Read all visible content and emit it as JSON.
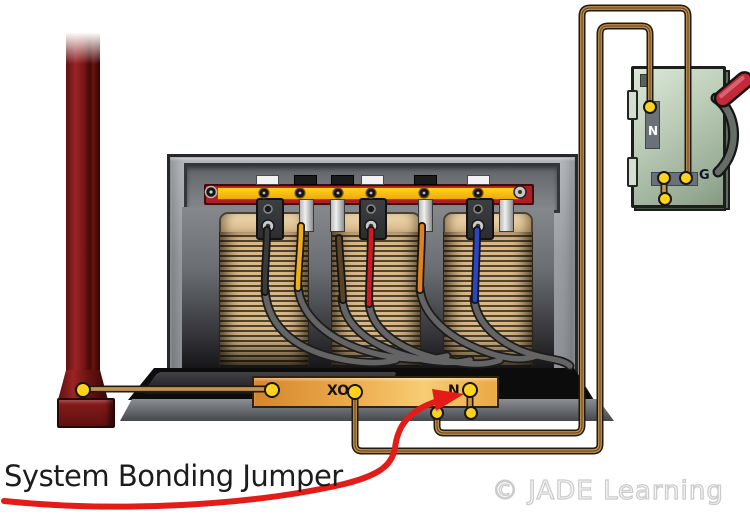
{
  "caption": {
    "text": "System Bonding Jumper"
  },
  "watermark": {
    "text": "© JADE Learning"
  },
  "transformer": {
    "neutral_bar": {
      "xo_label": "XO",
      "n_label": "N"
    }
  },
  "disconnect": {
    "neutral_bus_label": "N",
    "ground_bus_label": "G"
  },
  "colors": {
    "arrow_red": "#e41c17",
    "busbar_yellow": "#ffd418",
    "busbar_red": "#ad1d22",
    "neutral_bar_orange": "#efb052",
    "wire_copper": "#c39352",
    "steel_column_maroon": "#7a1616",
    "enclosure_gray": "#9b9fa3",
    "disconnect_green": "#b9cab5",
    "handle_red": "#c4293a",
    "terminal_yellow": "#ffd21c"
  }
}
